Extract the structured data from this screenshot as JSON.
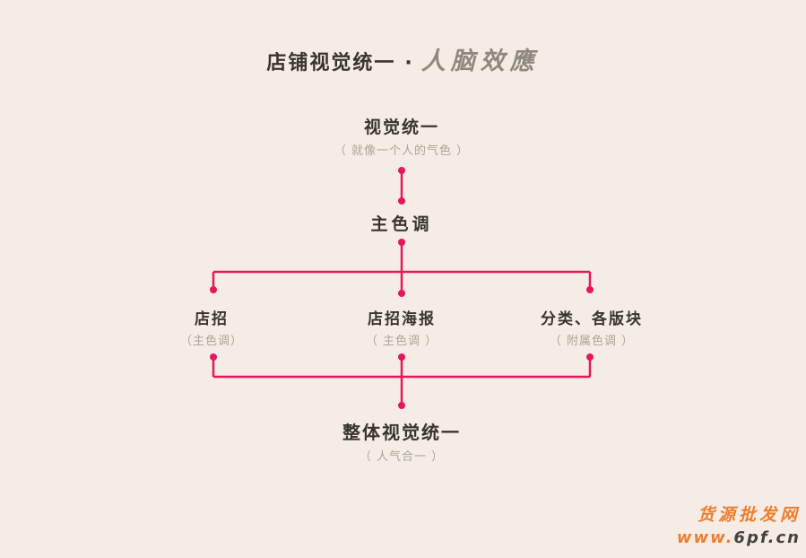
{
  "title": {
    "main": "店铺视觉统一",
    "separator": "·",
    "brand_script": "人脑效應"
  },
  "flowchart": {
    "root": {
      "label": "视觉统一",
      "note": "（ 就像一个人的气色 ）"
    },
    "main_color": {
      "label": "主色调"
    },
    "branches": [
      {
        "label": "店招",
        "note": "（主色调）"
      },
      {
        "label": "店招海报",
        "note": "（ 主色调 ）"
      },
      {
        "label": "分类、各版块",
        "note": "（ 附属色调 ）"
      }
    ],
    "result": {
      "label": "整体视觉统一",
      "note": "（ 人气合一 ）"
    }
  },
  "watermark": {
    "line1": "货源批发网",
    "line2_prefix": "www.",
    "line2_suffix": "6pf.cn"
  },
  "colors": {
    "background": "#f5ede5",
    "text_dark": "#38342f",
    "text_gray": "#aaa49a",
    "script_gray": "#8e897e",
    "connector_pink": "#e8175d",
    "watermark_orange": "#ee7e2e",
    "watermark_dark": "#44423f"
  }
}
